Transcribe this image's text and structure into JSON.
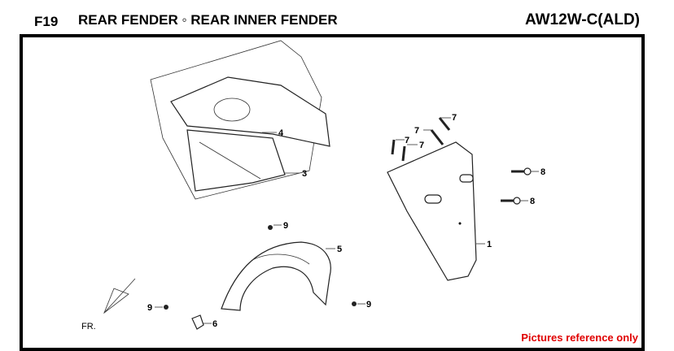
{
  "header": {
    "code": "F19",
    "title": "REAR FENDER ◦ REAR INNER FENDER",
    "model": "AW12W-C(ALD)"
  },
  "callouts": {
    "p1": "1",
    "p3": "3",
    "p4": "4",
    "p5": "5",
    "p6": "6",
    "p7a": "7",
    "p7b": "7",
    "p7c": "7",
    "p7d": "7",
    "p8a": "8",
    "p8b": "8",
    "p9a": "9",
    "p9b": "9",
    "p9c": "9"
  },
  "direction_label": "FR.",
  "note": "Pictures reference only",
  "colors": {
    "note": "#e00000"
  }
}
